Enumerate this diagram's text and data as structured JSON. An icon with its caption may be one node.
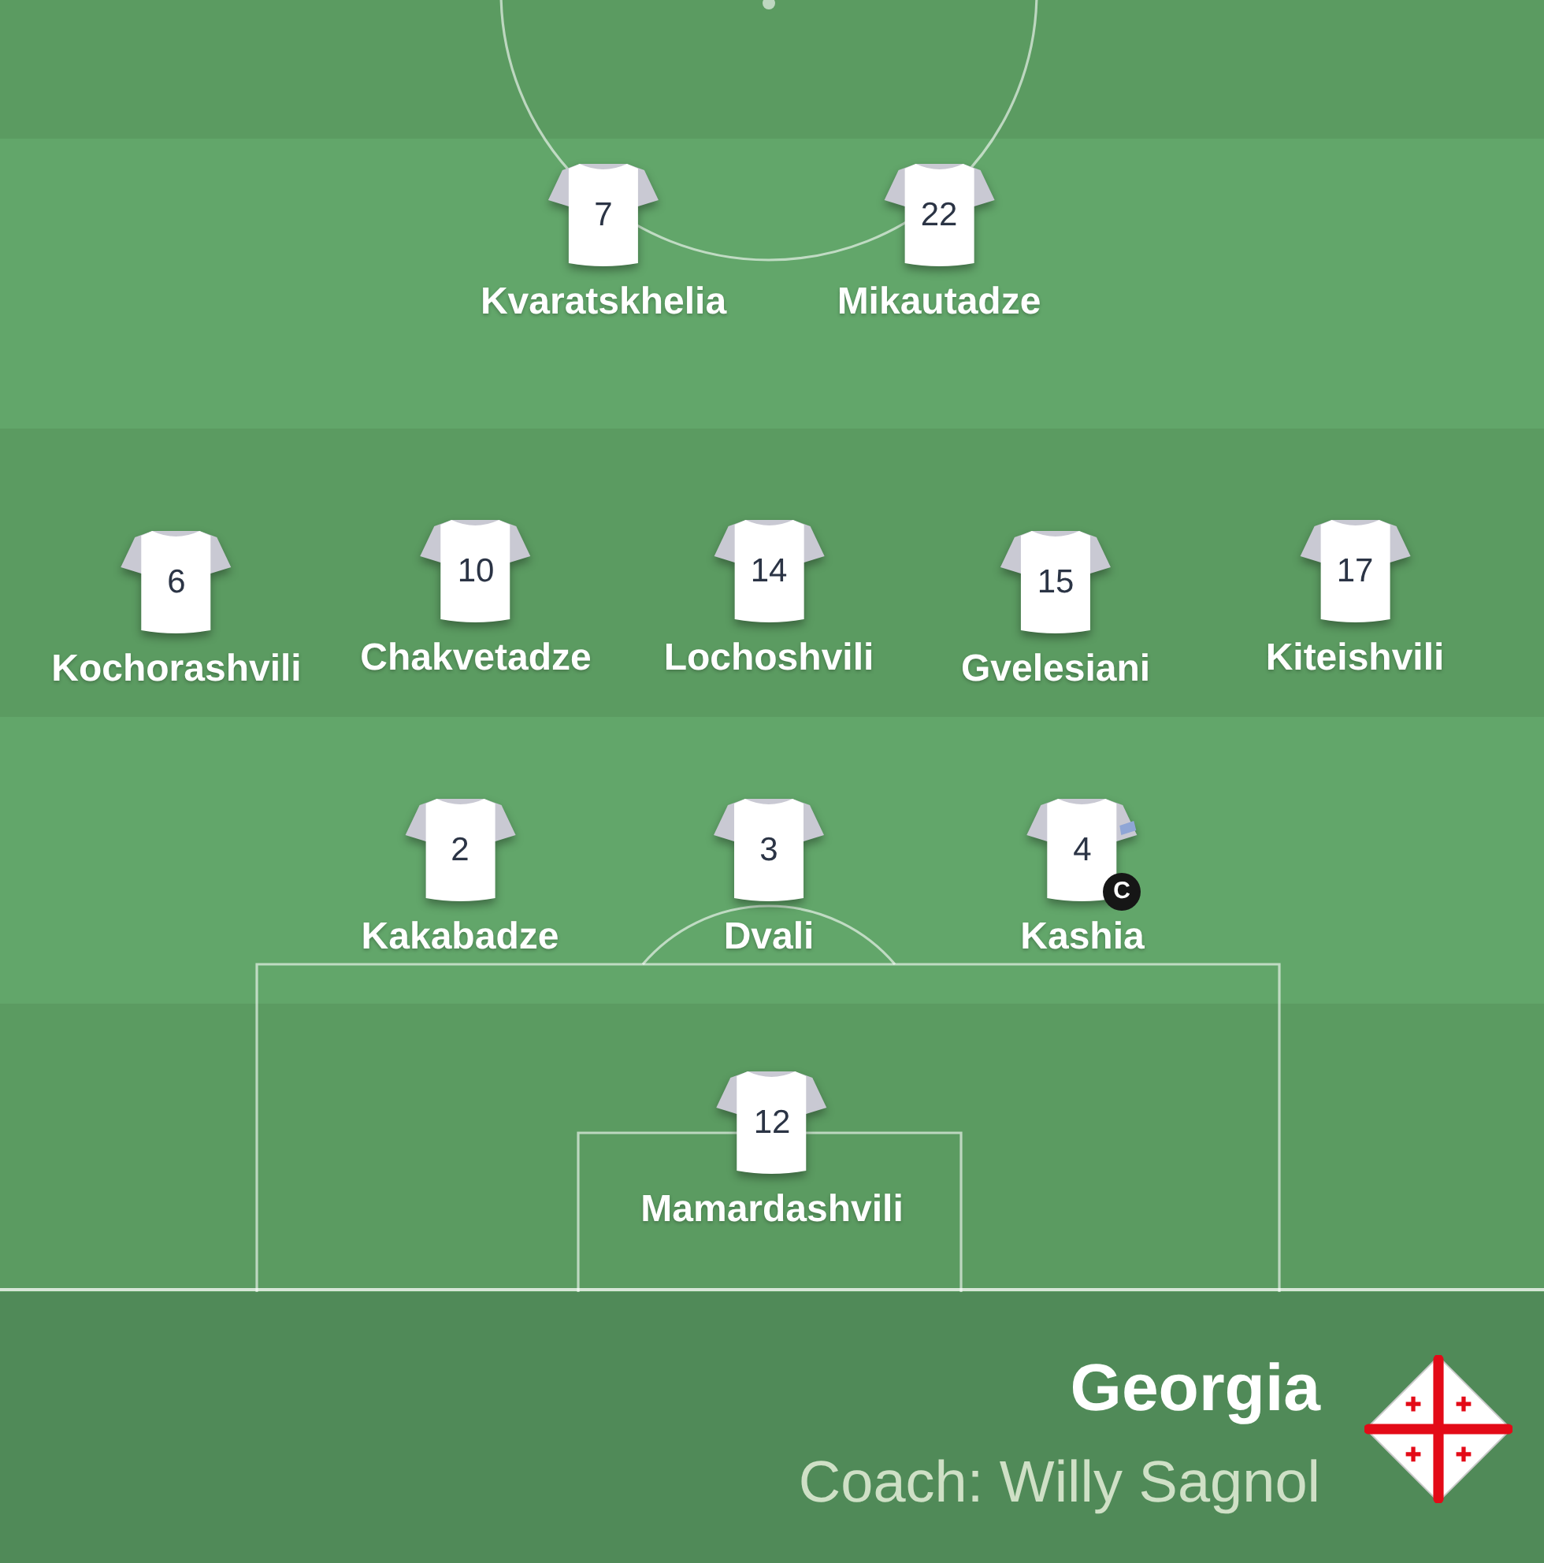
{
  "diagram": {
    "title": "Georgia",
    "nodes": [
      {
        "text": [
          "7"
        ],
        "beside": [
          "Kvaratskhelia"
        ]
      },
      {
        "text": [
          "22"
        ],
        "beside": [
          "Mikautadze"
        ]
      },
      {
        "text": [
          "6"
        ],
        "beside": [
          "Kochorashvili"
        ]
      },
      {
        "text": [
          "10"
        ],
        "beside": [
          "Chakvetadze"
        ]
      },
      {
        "text": [
          "14"
        ],
        "beside": [
          "Lochoshvili"
        ]
      },
      {
        "text": [
          "15"
        ],
        "beside": [
          "Gvelesiani"
        ]
      },
      {
        "text": [
          "17"
        ],
        "beside": [
          "Kiteishvili"
        ]
      },
      {
        "text": [
          "2"
        ],
        "beside": [
          "Kakabadze"
        ]
      },
      {
        "text": [
          "3"
        ],
        "beside": [
          "Dvali"
        ]
      },
      {
        "text": [
          "4"
        ],
        "beside": [
          "Kashia"
        ]
      },
      {
        "text": [
          "C"
        ]
      },
      {
        "text": [
          "12"
        ],
        "beside": [
          "Mamardashvili"
        ]
      }
    ],
    "labels": [
      "Coach: Willy Sagnol"
    ]
  }
}
